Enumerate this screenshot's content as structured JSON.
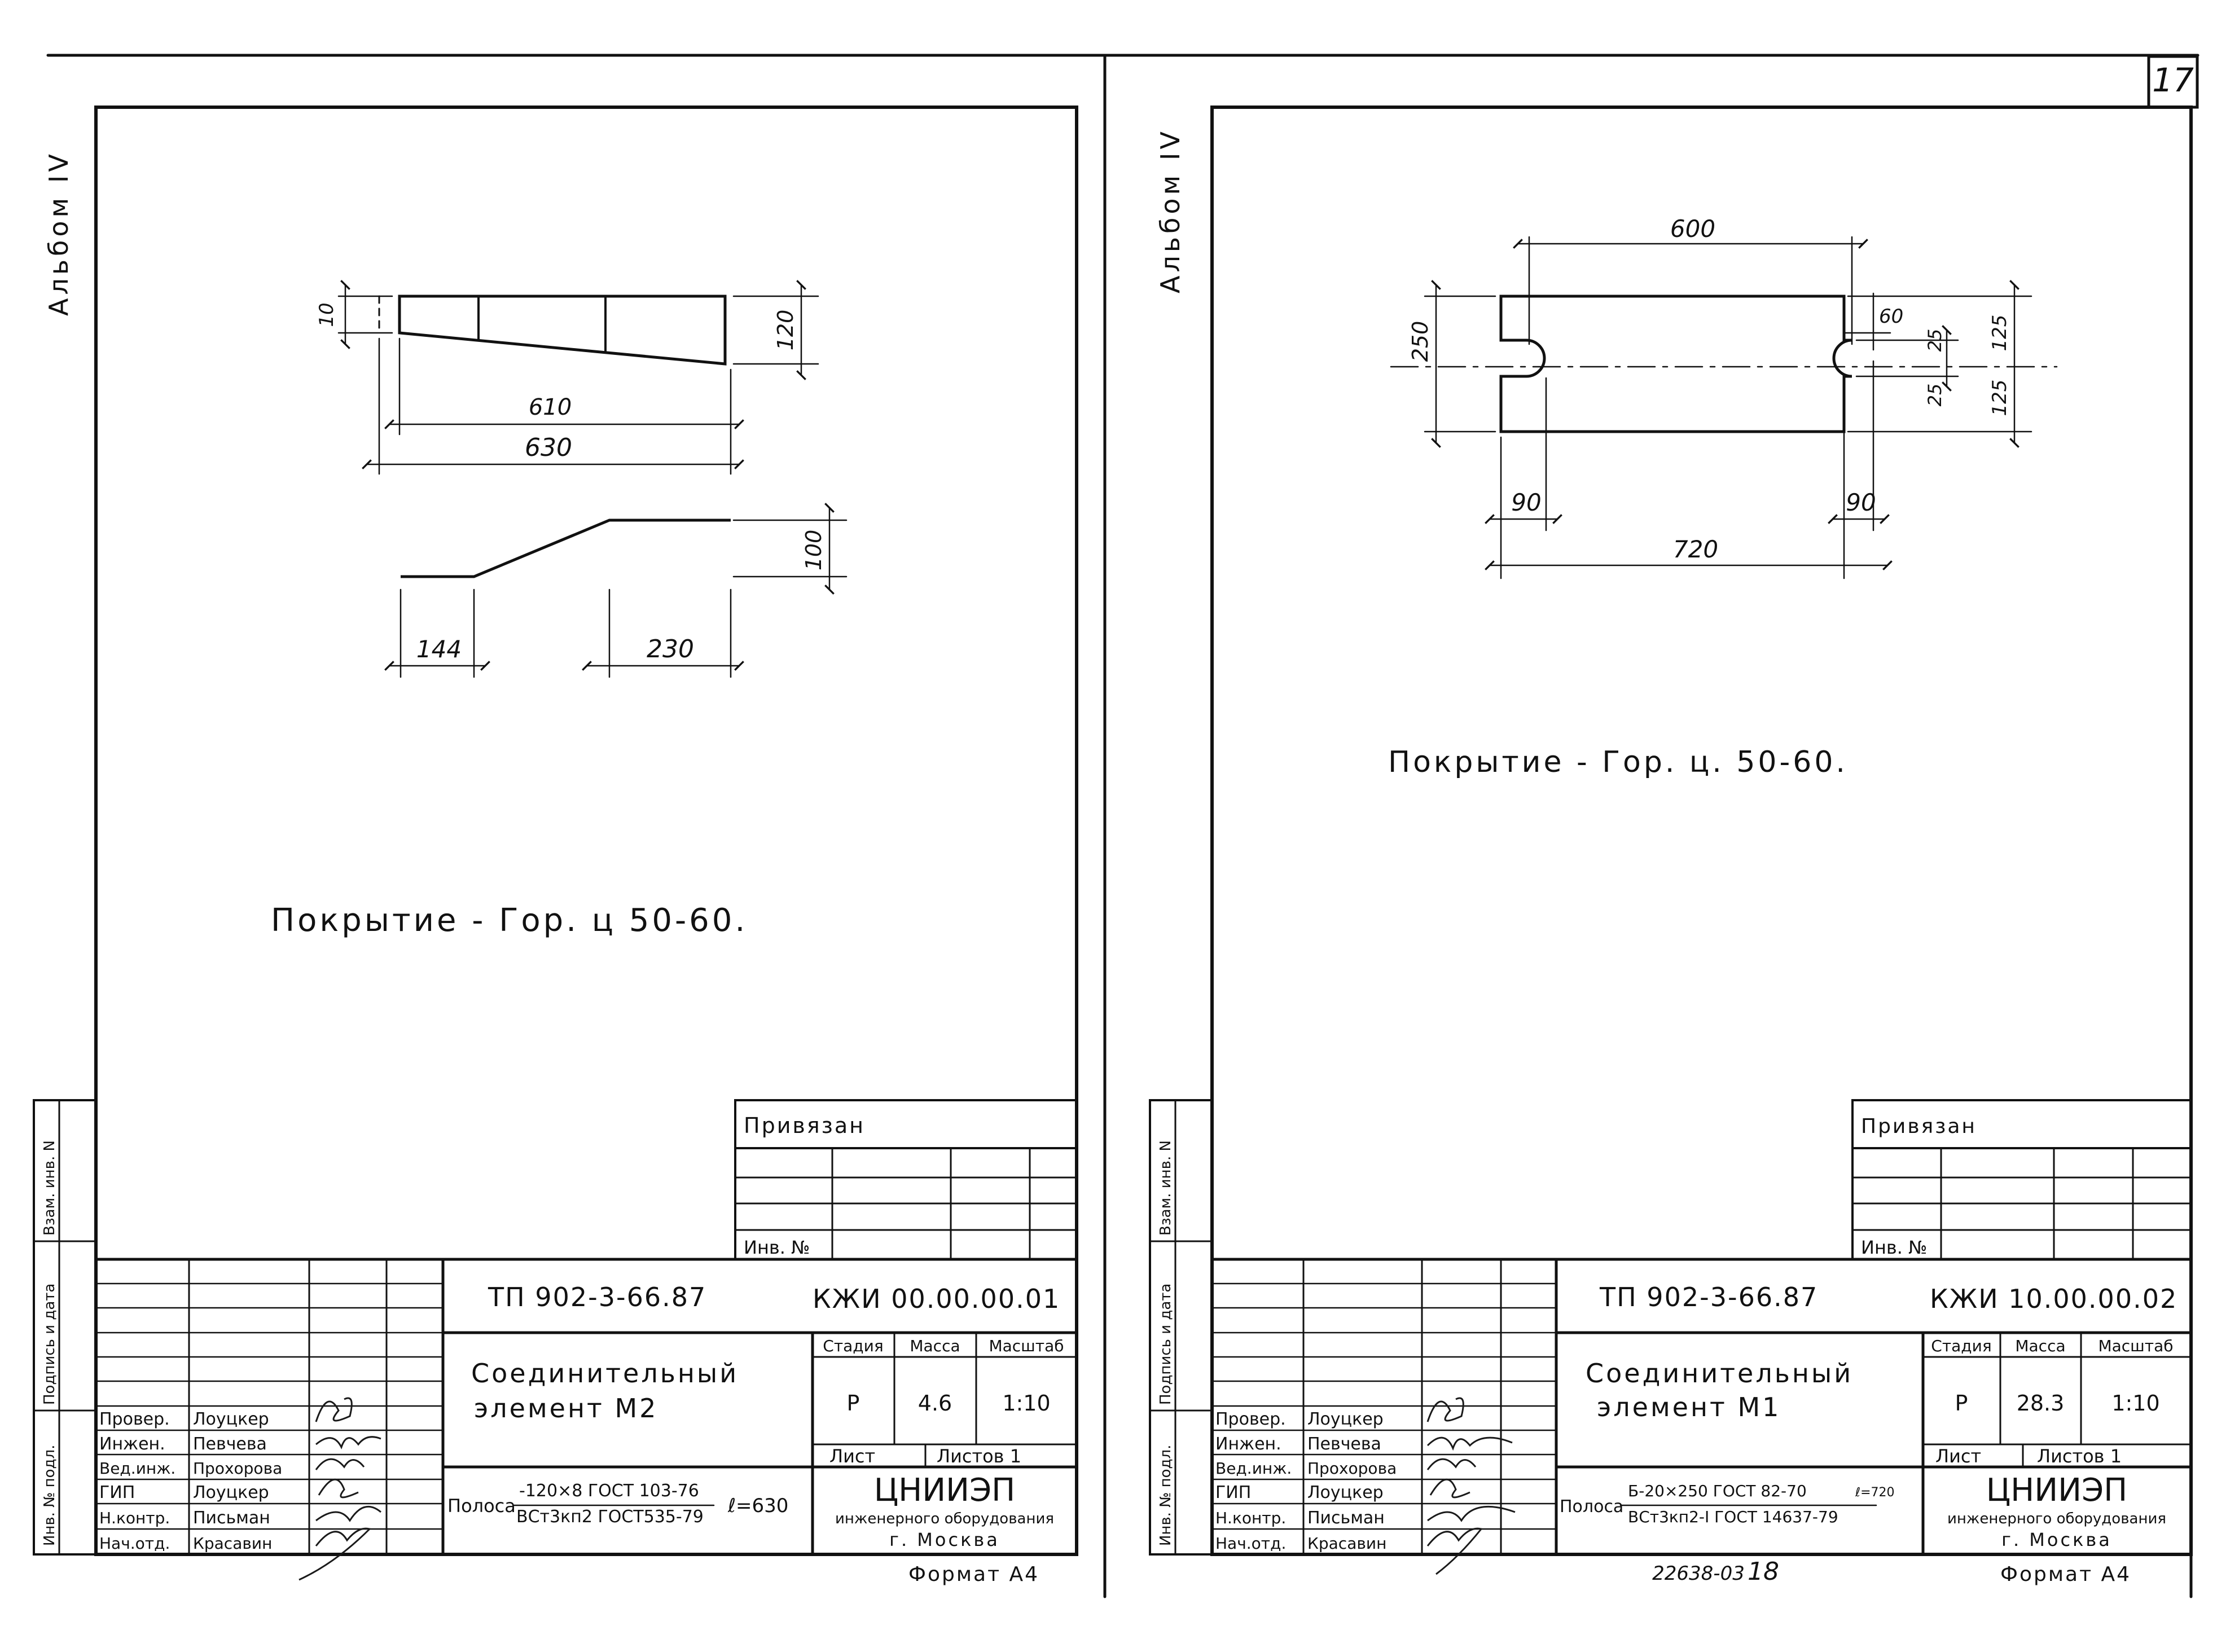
{
  "sheet_number": "17",
  "archive_stamp": "22638-03",
  "archive_page": "18",
  "sheets": [
    {
      "id": "m2",
      "album": "Альбом IV",
      "coating_note": "Покрытие - Гор. ц 50-60.",
      "dimensions": {
        "d10": "10",
        "d120": "120",
        "d610": "610",
        "d630": "630",
        "d100": "100",
        "d144": "144",
        "d230": "230"
      },
      "side_stamp": [
        "Инв. № подл.",
        "Подпись и дата",
        "Взам. инв. N"
      ],
      "privyazan": "Привязан",
      "inv_no": "Инв. №",
      "doc_code": "ТП 902-3-66.87",
      "doc_mark": "КЖИ 00.00.00.01",
      "title_lines": [
        "Соединительный",
        "элемент М2"
      ],
      "headers": {
        "stage": "Стадия",
        "mass": "Масса",
        "scale": "Масштаб"
      },
      "values": {
        "stage": "Р",
        "mass": "4.6",
        "scale": "1:10"
      },
      "sheet_label": "Лист",
      "sheets_label": "Листов 1",
      "roles": [
        {
          "role": "Провер.",
          "name": "Лоуцкер"
        },
        {
          "role": "Инжен.",
          "name": "Певчева"
        },
        {
          "role": "Вед.инж.",
          "name": "Прохорова"
        },
        {
          "role": "ГИП",
          "name": "Лоуцкер"
        },
        {
          "role": "Н.контр.",
          "name": "Письман"
        },
        {
          "role": "Нач.отд.",
          "name": "Красавин"
        }
      ],
      "material_prefix": "Полоса",
      "material_top": "-120×8 ГОСТ 103-76",
      "material_bottom": "ВСт3кп2 ГОСТ535-79",
      "material_len": "ℓ=630",
      "org_name": "ЦНИИЭП",
      "org_line2": "инженерного оборудования",
      "org_city": "г. Москва",
      "format": "Формат А4"
    },
    {
      "id": "m1",
      "album": "Альбом IV",
      "coating_note": "Покрытие - Гор. ц. 50-60.",
      "dimensions": {
        "d600": "600",
        "d250": "250",
        "d60": "60",
        "d25a": "25",
        "d25b": "25",
        "d125a": "125",
        "d125b": "125",
        "d90a": "90",
        "d90b": "90",
        "d720": "720"
      },
      "side_stamp": [
        "Инв. № подл.",
        "Подпись и дата",
        "Взам. инв. N"
      ],
      "privyazan": "Привязан",
      "inv_no": "Инв. №",
      "doc_code": "ТП 902-3-66.87",
      "doc_mark": "КЖИ 10.00.00.02",
      "title_lines": [
        "Соединительный",
        "элемент М1"
      ],
      "headers": {
        "stage": "Стадия",
        "mass": "Масса",
        "scale": "Масштаб"
      },
      "values": {
        "stage": "Р",
        "mass": "28.3",
        "scale": "1:10"
      },
      "sheet_label": "Лист",
      "sheets_label": "Листов 1",
      "roles": [
        {
          "role": "Провер.",
          "name": "Лоуцкер"
        },
        {
          "role": "Инжен.",
          "name": "Певчева"
        },
        {
          "role": "Вед.инж.",
          "name": "Прохорова"
        },
        {
          "role": "ГИП",
          "name": "Лоуцкер"
        },
        {
          "role": "Н.контр.",
          "name": "Письман"
        },
        {
          "role": "Нач.отд.",
          "name": "Красавин"
        }
      ],
      "material_prefix": "Полоса",
      "material_top": "Б-20×250 ГОСТ 82-70",
      "material_bottom": "ВСт3кп2-I ГОСТ 14637-79",
      "material_len": "ℓ=720",
      "org_name": "ЦНИИЭП",
      "org_line2": "инженерного оборудования",
      "org_city": "г. Москва",
      "format": "Формат А4"
    }
  ]
}
